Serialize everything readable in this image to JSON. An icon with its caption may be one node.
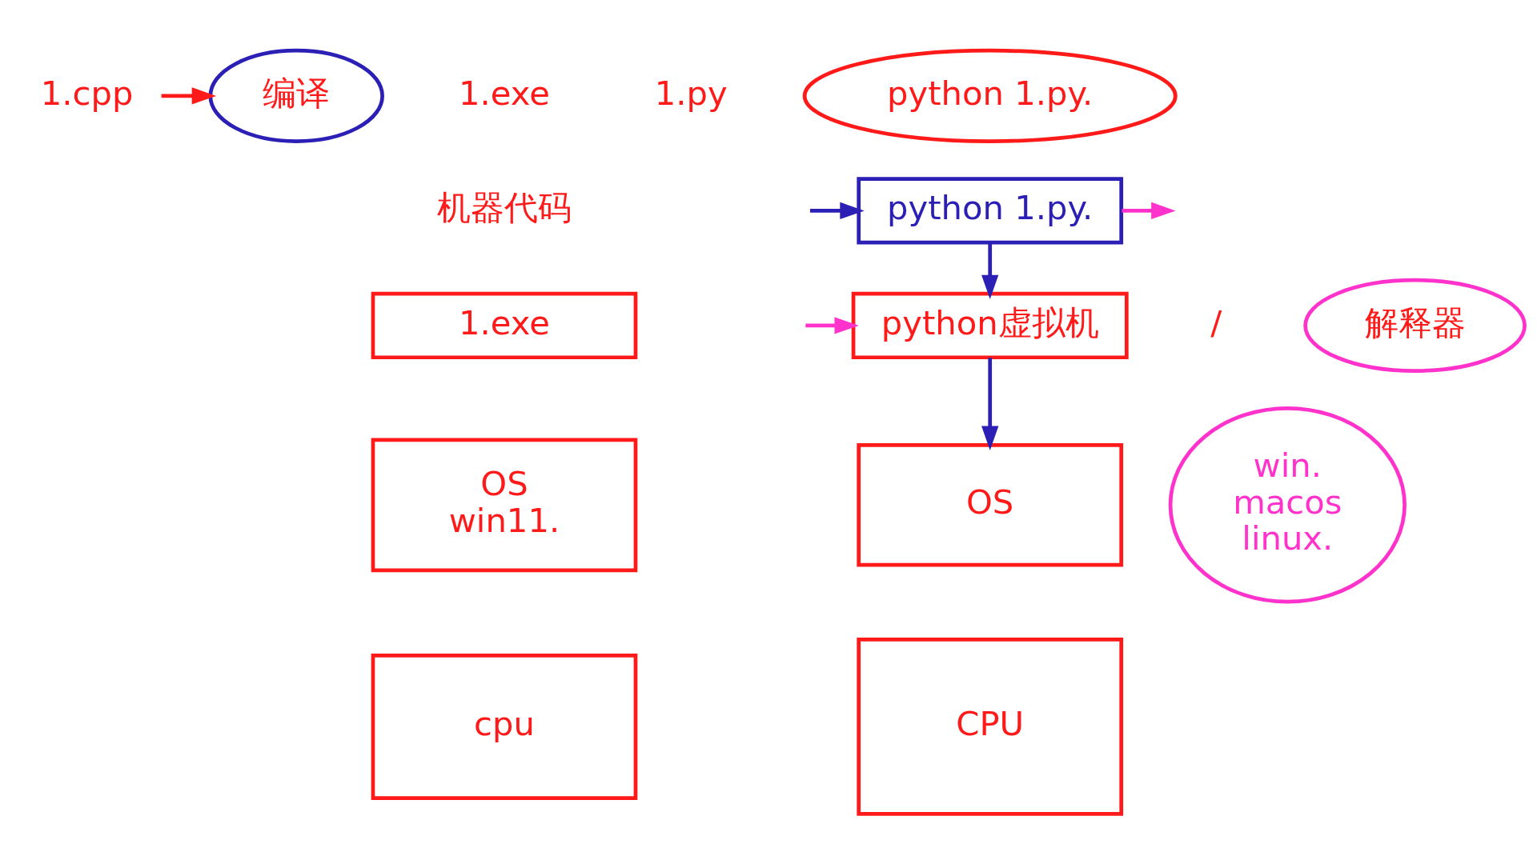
{
  "diagram": {
    "nodes": [
      {
        "text": [
          "1.cpp"
        ]
      },
      {
        "text": [
          "编译"
        ]
      },
      {
        "text": [
          "1.exe"
        ]
      },
      {
        "text": [
          "OS",
          "win11."
        ]
      },
      {
        "text": [
          "cpu"
        ]
      },
      {
        "text": [
          "python 1.py."
        ]
      },
      {
        "text": [
          "python 1.py."
        ]
      },
      {
        "text": [
          "python虚拟机"
        ]
      },
      {
        "text": [
          "解释器"
        ]
      },
      {
        "text": [
          "OS"
        ]
      },
      {
        "text": [
          "CPU"
        ]
      },
      {
        "text": [
          "win. macos linux."
        ]
      }
    ],
    "edges": [
      {
        "from": 0,
        "to": 1,
        "arrow": "to",
        "color": "#ff1a1a"
      },
      {
        "from": null,
        "to": 6,
        "arrow": "to"
      },
      {
        "from": 6,
        "to": 7,
        "arrow": "to"
      },
      {
        "from": 6,
        "to": null,
        "arrow": "to",
        "color": "#ff33cc"
      },
      {
        "from": null,
        "to": 7,
        "arrow": "to",
        "color": "#ff33cc"
      },
      {
        "from": 7,
        "to": 9,
        "arrow": "to"
      }
    ],
    "labels": [
      "1.exe",
      "机器代码",
      "1.py",
      "/"
    ]
  }
}
